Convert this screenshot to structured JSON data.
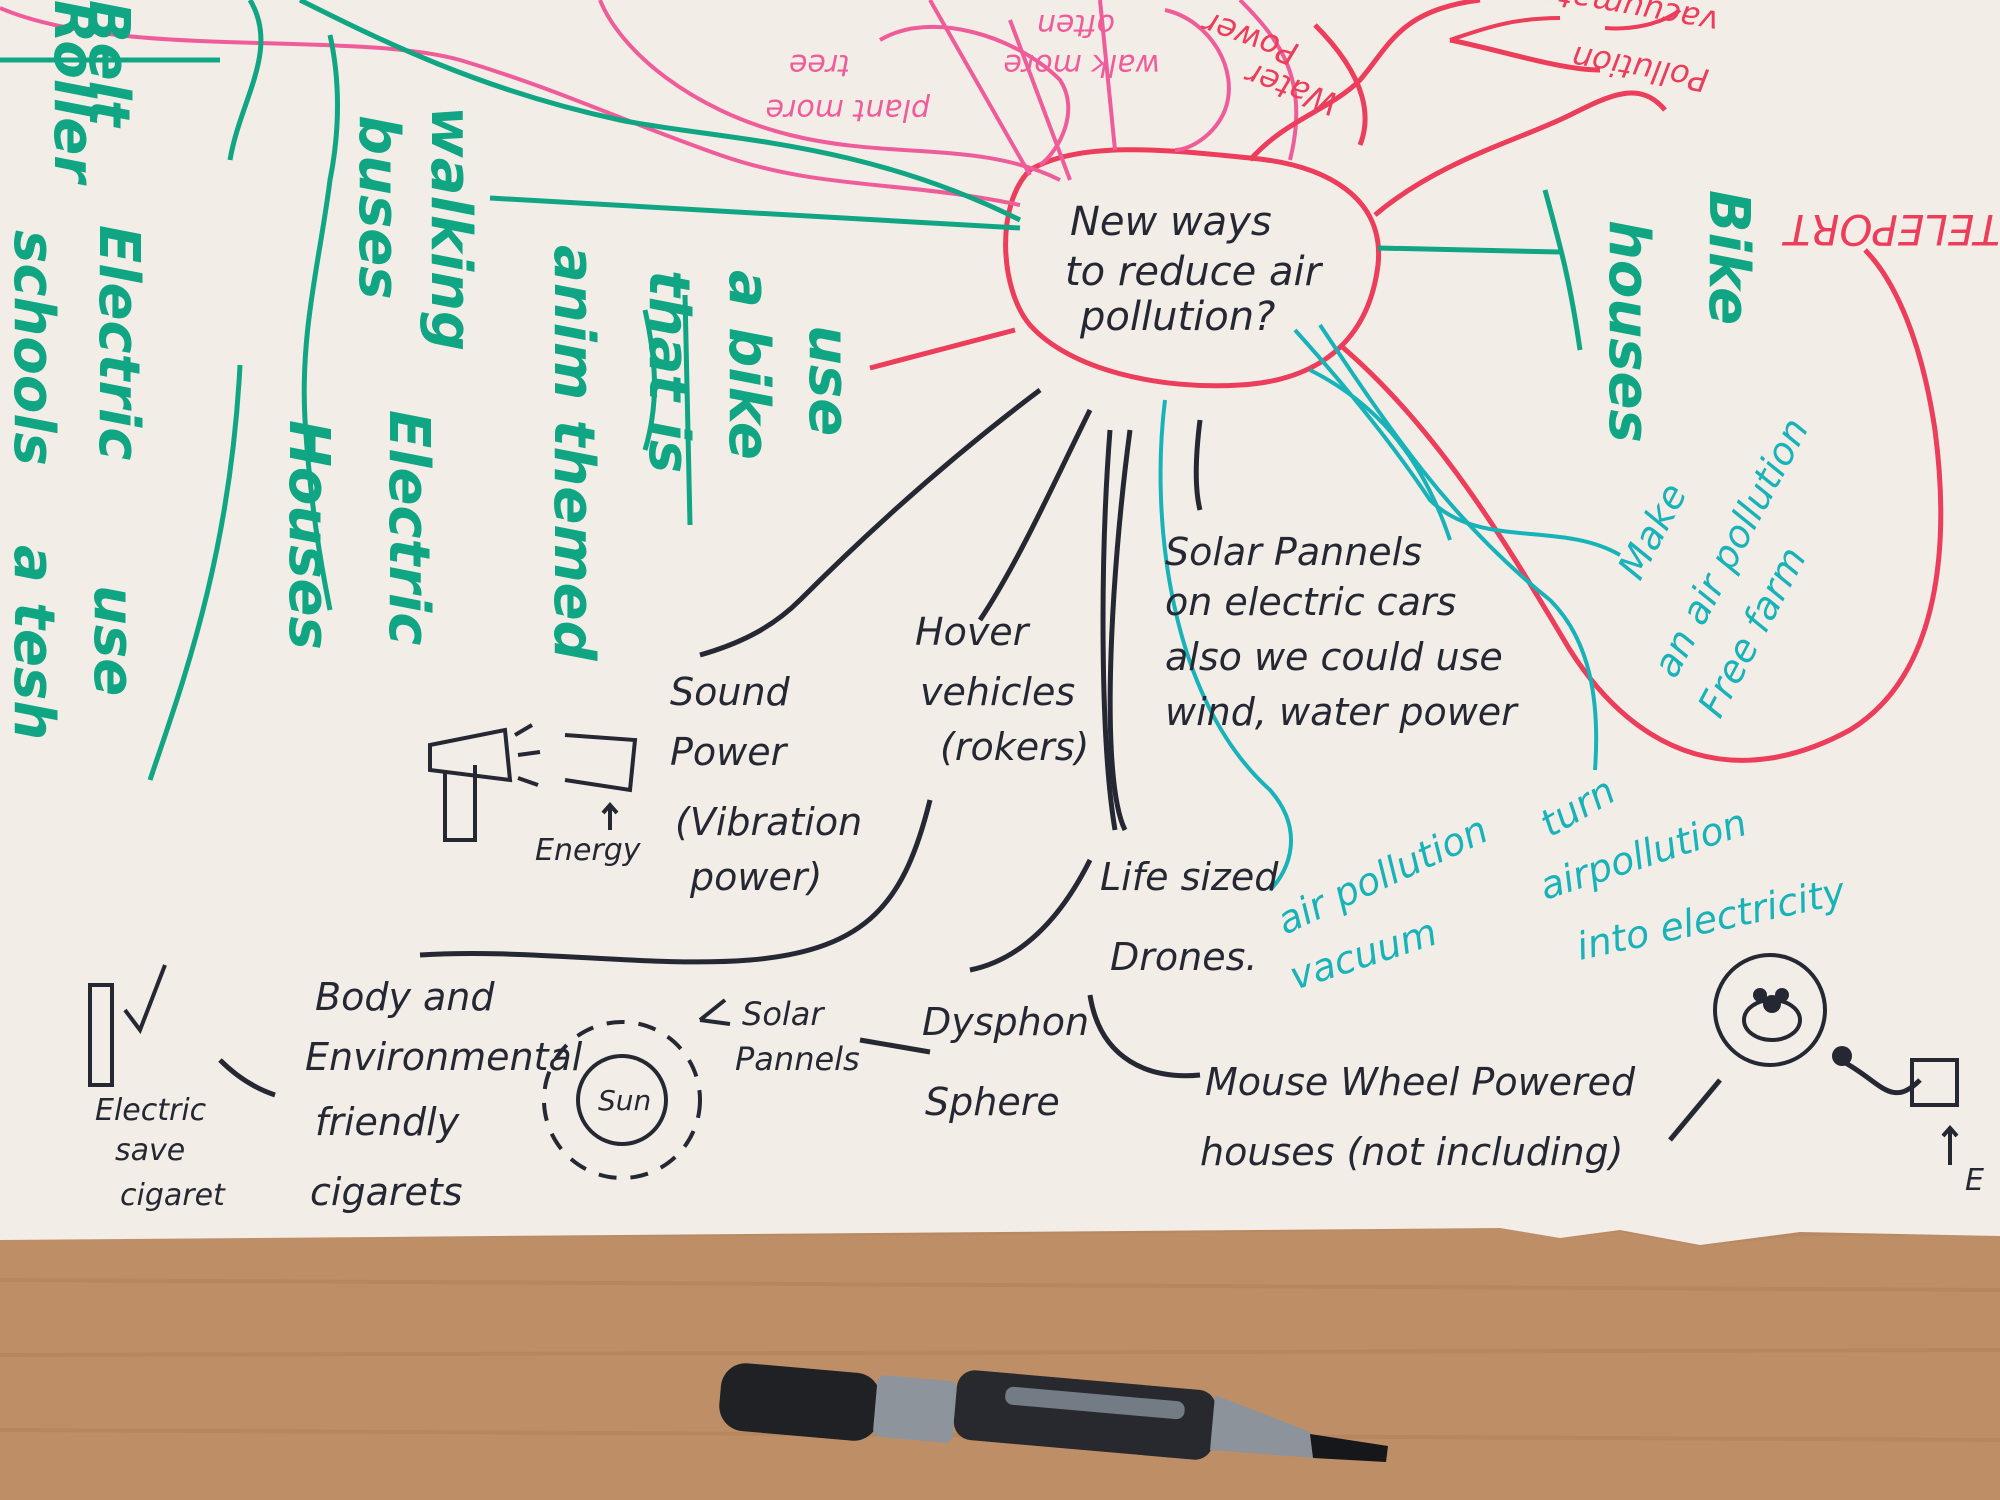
{
  "colors": {
    "table": "#b98a62",
    "paper": "#f3ede8",
    "green_marker": "#10a583",
    "cyan_marker": "#18b3b8",
    "red_marker": "#ec3d5a",
    "pink_marker": "#ef5c9a",
    "black_marker": "#252833"
  },
  "center": {
    "line1": "New ways",
    "line2": "to reduce air",
    "line3": "pollution?"
  },
  "green_notes": {
    "roller_1": "Roller",
    "roller_2": "Belt",
    "walking_1": "walking",
    "walking_2": "buses",
    "bike_1": "use",
    "bike_2": "a bike",
    "bike_3": "that is",
    "bike_4": "anim themed",
    "electric_houses_1": "Electric",
    "electric_houses_2": "Houses",
    "schools_1": "Electric",
    "schools_2": "schools",
    "schools_3": "use",
    "schools_4": "a tesh",
    "bike_houses_1": "Bike",
    "bike_houses_2": "houses"
  },
  "pink_notes": {
    "plant_1": "plant more",
    "plant_2": "tree",
    "walk_1": "walk more",
    "walk_2": "often",
    "water_1": "Water",
    "water_2": "Power",
    "pollution_1": "Pollution",
    "pollution_2": "vacuumators"
  },
  "red_notes": {
    "teleport": "TELEPORT"
  },
  "cyan_notes": {
    "farm_1": "Make",
    "farm_2": "an air pollution",
    "farm_3": "Free farm",
    "turn_1": "turn",
    "turn_2": "airpollution",
    "turn_3": "into electricity",
    "vacuum_1": "air pollution",
    "vacuum_2": "vacuum"
  },
  "black_notes": {
    "solar_1": "Solar Pannels",
    "solar_2": "on electric cars",
    "solar_3": "also we could use",
    "solar_4": "wind, water power",
    "hover_1": "Hover",
    "hover_2": "vehicles",
    "hover_3": "(rokers)",
    "sound_1": "Sound",
    "sound_2": "Power",
    "sound_3": "(Vibration",
    "sound_4": "power)",
    "energy": "Energy",
    "life_1": "Life sized",
    "life_2": "Drones.",
    "dyson_1": "Dysphon",
    "dyson_2": "Sphere",
    "solar_panels_1": "Solar",
    "solar_panels_2": "Pannels",
    "sun": "Sun",
    "body_1": "Body and",
    "body_2": "Environmental",
    "body_3": "friendly",
    "body_4": "cigarets",
    "ecig_1": "Electric",
    "ecig_2": "save",
    "ecig_3": "cigaret",
    "mouse_1": "Mouse Wheel Powered",
    "mouse_2": "houses (not including)",
    "mouse_energy": "E"
  }
}
